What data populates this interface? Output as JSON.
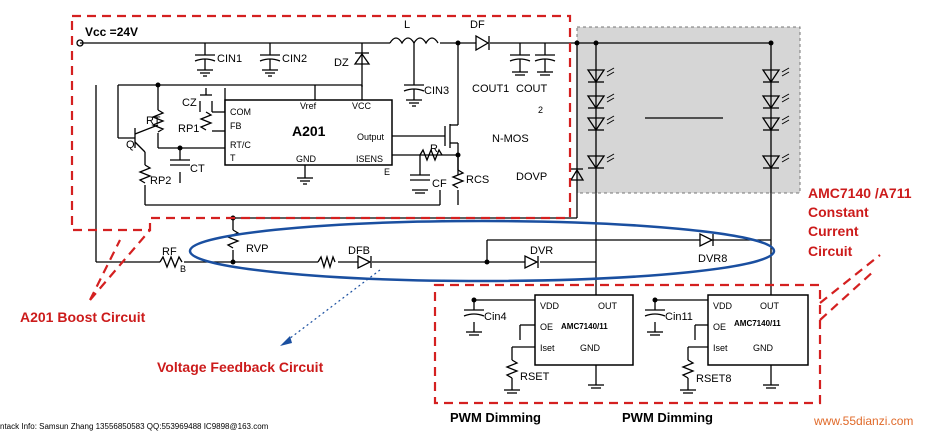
{
  "supply": {
    "label": "Vcc =24V"
  },
  "components": {
    "cin1": "CIN1",
    "cin2": "CIN2",
    "dz": "DZ",
    "inductor": "L",
    "df": "DF",
    "cin3": "CIN3",
    "cout1": "COUT1",
    "cout2_main": "COUT",
    "cout2_sub": "2",
    "nmos": "N-MOS",
    "dovp": "DOVP",
    "rcs": "RCS",
    "r": "R",
    "cf": "CF",
    "cz": "CZ",
    "rt": "RT",
    "rp1": "RP1",
    "q": "Q",
    "ct": "CT",
    "rp2": "RP2",
    "rf": "RF",
    "rf_sub": "B",
    "rvp": "RVP",
    "dfb": "DFB",
    "dvr": "DVR",
    "dvr8": "DVR8",
    "cin4": "Cin4",
    "cin11": "Cin11",
    "rset": "RSET",
    "rset8": "RSET8"
  },
  "a201": {
    "name": "A201",
    "pins": {
      "com": "COM",
      "vref": "Vref",
      "vcc": "VCC",
      "fb": "FB",
      "rtct": "RT/C",
      "t": "T",
      "output": "Output",
      "gnd": "GND",
      "isens": "ISENS",
      "e": "E"
    }
  },
  "amc_left": {
    "name": "AMC7140/11",
    "pins": {
      "vdd": "VDD",
      "out": "OUT",
      "oe": "OE",
      "iset": "Iset",
      "gnd": "GND"
    }
  },
  "amc_right": {
    "name": "AMC7140/11",
    "pins": {
      "vdd": "VDD",
      "out": "OUT",
      "oe": "OE",
      "iset": "Iset",
      "gnd": "GND"
    }
  },
  "annotations": {
    "constant_current": [
      "AMC7140 /A711",
      "Constant",
      "Current",
      "Circuit"
    ],
    "boost": "A201 Boost Circuit",
    "feedback": "Voltage Feedback Circuit",
    "pwm_left": "PWM Dimming",
    "pwm_right": "PWM Dimming",
    "contact": "ntack Info: Samsun  Zhang 13556850583   QQ:553969488 IC9898@163.com",
    "watermark": "www.55dianzi.com"
  },
  "colors": {
    "annotation_red": "#cc1b1b",
    "led_panel": "#d6d6d6",
    "ellipse_blue": "#1a4fa0",
    "watermark": "#e06a2a"
  }
}
